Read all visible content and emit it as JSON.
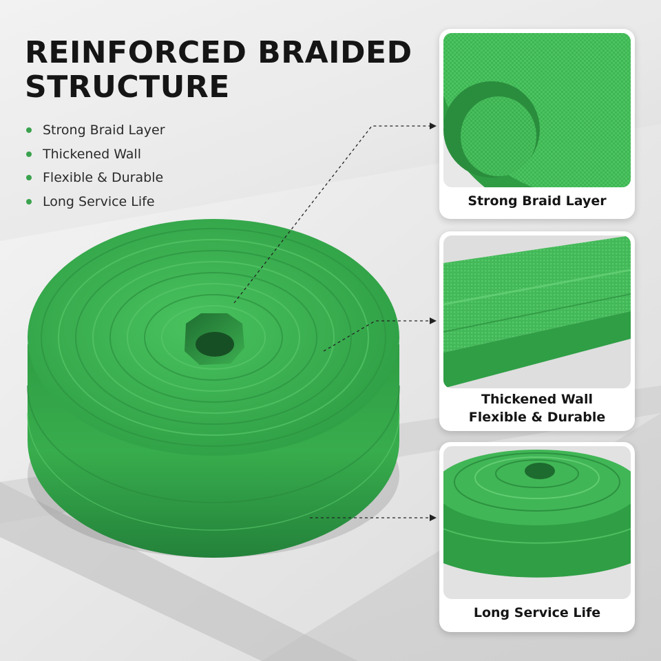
{
  "headline": {
    "line1": "REINFORCED BRAIDED",
    "line2": "STRUCTURE"
  },
  "features": [
    {
      "label": "Strong Braid Layer"
    },
    {
      "label": "Thickened Wall"
    },
    {
      "label": "Flexible & Durable"
    },
    {
      "label": "Long Service Life"
    }
  ],
  "callouts": [
    {
      "lines": [
        "Strong Braid Layer"
      ]
    },
    {
      "lines": [
        "Thickened Wall",
        "Flexible & Durable"
      ]
    },
    {
      "lines": [
        "Long Service Life"
      ]
    }
  ],
  "colors": {
    "hose_green": "#3bb44f",
    "hose_dark": "#228a37",
    "hose_light": "#5fd06f",
    "bullet_green": "#3aa24e",
    "text_dark": "#151515"
  },
  "icons": [
    "leader-arrow-icon",
    "bullet-dot-icon"
  ]
}
